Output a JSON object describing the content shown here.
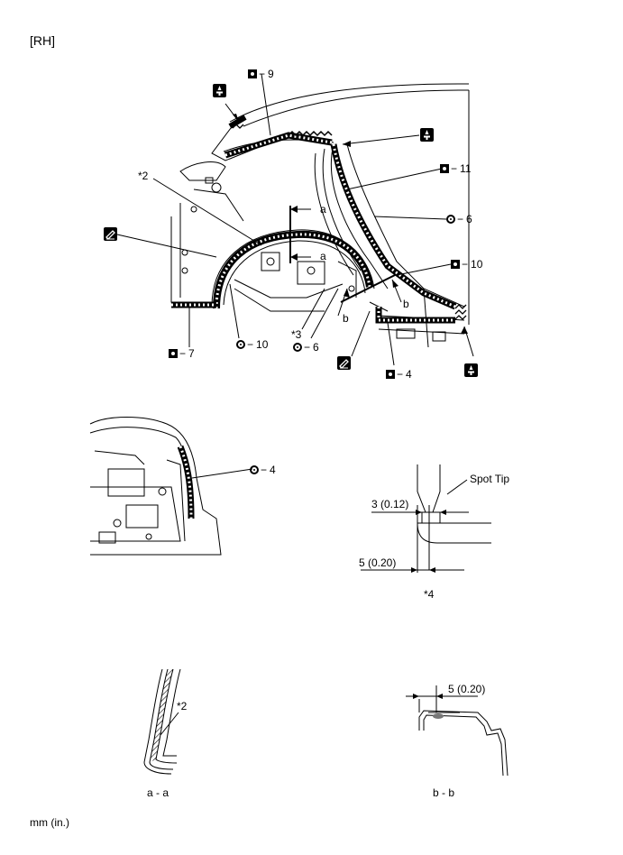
{
  "header": {
    "side_label": "[RH]"
  },
  "callouts": {
    "c9": {
      "num": "9",
      "dash": "−"
    },
    "c11": {
      "num": "11",
      "dash": "−"
    },
    "c6a": {
      "num": "6",
      "dash": "−"
    },
    "c10a": {
      "num": "10",
      "dash": "−"
    },
    "c7": {
      "num": "7",
      "dash": "−"
    },
    "c10b": {
      "num": "10",
      "dash": "−"
    },
    "c6b": {
      "num": "6",
      "dash": "−"
    },
    "c4a": {
      "num": "4",
      "dash": "−"
    },
    "c4b": {
      "num": "4",
      "dash": "−"
    }
  },
  "labels": {
    "star2_top": "*2",
    "star3": "*3",
    "sec_a_top": "a",
    "sec_a_bottom": "a",
    "sec_b_left": "b",
    "sec_b_right": "b",
    "spot_tip": "Spot Tip",
    "dim_3": "3 (0.12)",
    "dim_5": "5 (0.20)",
    "star4": "*4",
    "star2_section": "*2",
    "section_aa": "a - a",
    "dim_5_bb": "5 (0.20)",
    "section_bb": "b - b",
    "units": "mm (in.)"
  },
  "symbols": {
    "weld_spot_icon": "square-with-dot",
    "plug_weld_icon": "ring-with-dot",
    "mig_icon": "torch-symbol",
    "brazing_icon": "pen-symbol"
  }
}
